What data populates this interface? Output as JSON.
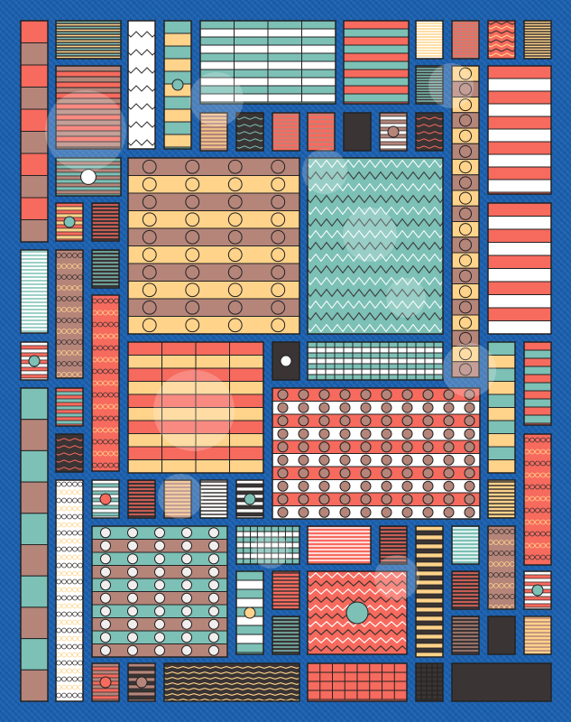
{
  "artwork": {
    "kind": "generative patterned tile mosaic",
    "palette": {
      "background": "#1a5fae",
      "red": "#f76a5e",
      "brown": "#b5857a",
      "teal": "#7cc0b6",
      "cream": "#ffd38a",
      "white": "#ffffff",
      "dark": "#3a3434",
      "outline": "#222222"
    },
    "pattern_types": [
      "stripes",
      "grid",
      "circles",
      "waves",
      "dense-lines",
      "chain"
    ]
  }
}
